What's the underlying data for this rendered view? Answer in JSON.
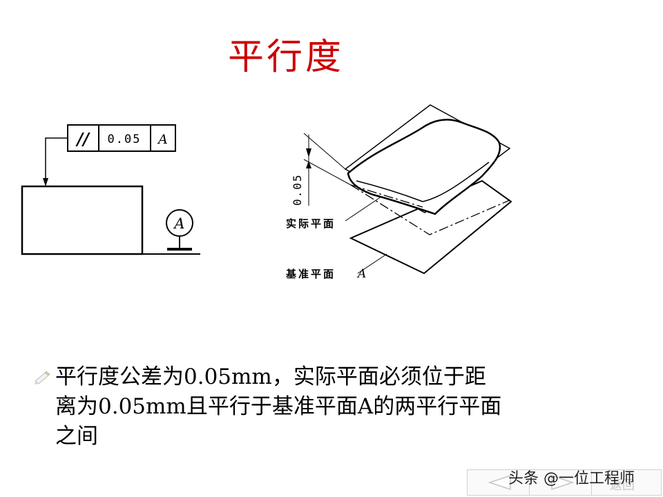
{
  "title": "平行度",
  "left_figure": {
    "parallel_symbol": "//",
    "tolerance": "0.05",
    "datum": "A",
    "datum_circle_label": "A"
  },
  "right_figure": {
    "dimension": "0.05",
    "actual_plane_label": "实际平面",
    "datum_plane_label": "基准平面",
    "datum_plane_letter": "A"
  },
  "bullet": {
    "line1": "平行度公差为0.05mm，实际平面必须位于距",
    "line2": "离为0.05mm且平行于基准平面A的两平行平面",
    "line3": "之间"
  },
  "watermark": "头条 @一位工程师",
  "nav": {
    "return_label": "返回"
  }
}
